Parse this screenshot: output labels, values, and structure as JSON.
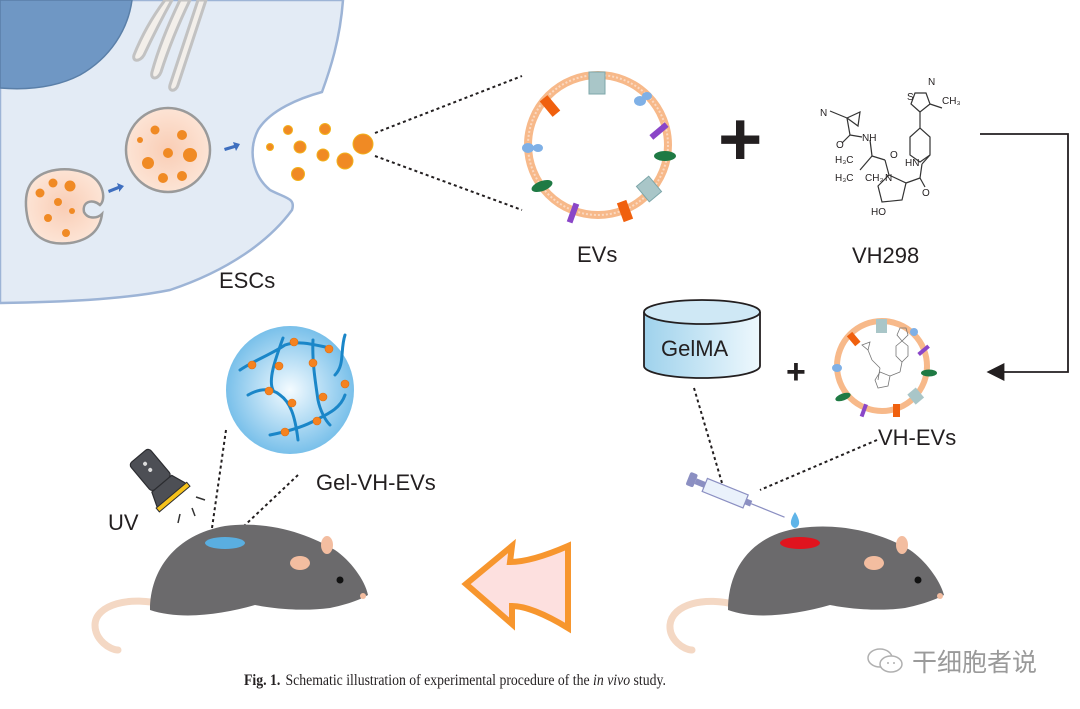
{
  "figure": {
    "title_labels": {
      "escs": "ESCs",
      "evs": "EVs",
      "vh298": "VH298",
      "gelma": "GelMA",
      "vh_evs": "VH-EVs",
      "gel_vh_evs": "Gel-VH-EVs",
      "uv": "UV"
    },
    "operators": {
      "plus_top": "+",
      "plus_bottom": "+"
    },
    "molecule_atoms": {
      "n_nitrile": "N",
      "o1": "O",
      "nh1": "NH",
      "h3c_a": "H₃C",
      "h3c_b": "H₃C",
      "ch3_a": "CH₃",
      "o2": "O",
      "n_ring": "N",
      "hn": "HN",
      "o3": "O",
      "ho": "HO",
      "s": "S",
      "n_thiazole": "N",
      "ch3_b": "CH₃"
    },
    "colors": {
      "cell_fill": "#e3ebf5",
      "nucleus": "#6f97c4",
      "vesicle_orange": "#f08a24",
      "membrane": "#f7b98a",
      "mouse_body": "#6b6a6c",
      "gel_spot": "#5aaee0",
      "wound_spot": "#e0141e",
      "arrow_orange": "#f7962e",
      "arrow_fill": "#fde0df",
      "gel_sphere": "#7cc3ec"
    }
  },
  "caption": {
    "label": "Fig. 1.",
    "text_before": "Schematic illustration of experimental procedure of the ",
    "italic": "in vivo",
    "text_after": " study."
  },
  "watermark": {
    "text": "干细胞者说"
  }
}
